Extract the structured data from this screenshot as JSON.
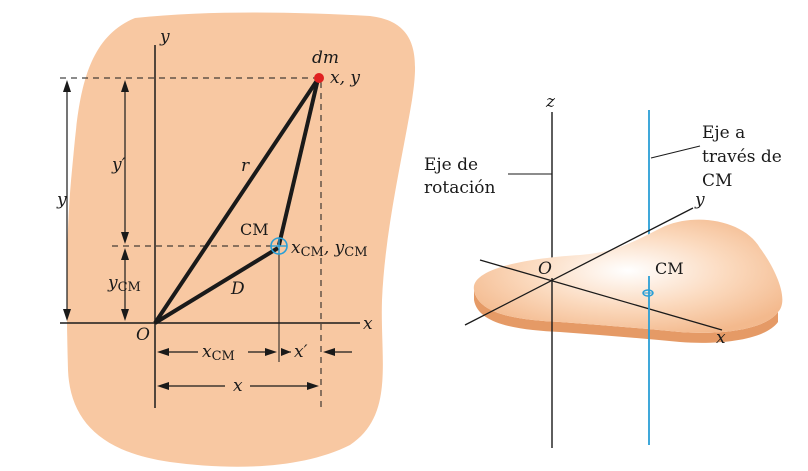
{
  "left": {
    "labels": {
      "dm": "dm",
      "point": "x, y",
      "y_axis": "y",
      "x_axis": "x",
      "origin": "O",
      "r": "r",
      "D": "D",
      "cm": "CM",
      "cm_coords": "x",
      "cm_sub": "CM",
      "cm_coords_y": ", y",
      "cm_sub2": "CM",
      "y_prime": "y′",
      "y_total": "y",
      "y_cm": "y",
      "y_cm_sub": "CM",
      "x_cm": "x",
      "x_cm_sub": "CM",
      "x_prime": "x′",
      "x_total": "x"
    },
    "colors": {
      "body": "#f8c8a2",
      "dm_point": "#e02020",
      "cm_marker": "#2a9fd6"
    }
  },
  "right": {
    "labels": {
      "z_axis": "z",
      "y_axis": "y",
      "x_axis": "x",
      "origin": "O",
      "rotation_axis_line1": "Eje de",
      "rotation_axis_line2": "rotación",
      "cm_axis_line1": "Eje a",
      "cm_axis_line2": "través de",
      "cm_axis_line3": "CM",
      "cm": "CM"
    },
    "colors": {
      "plate": "#f3b98d",
      "plate_edge": "#e59a66",
      "cm_axis": "#2a9fd6"
    }
  }
}
